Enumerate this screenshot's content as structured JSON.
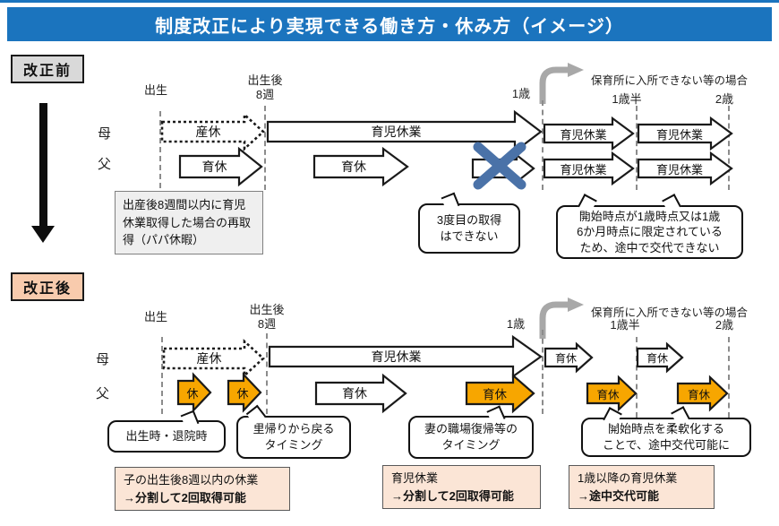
{
  "title": "制度改正により実現できる働き方・休み方（イメージ）",
  "daycare_note": "保育所に入所できない等の場合",
  "axis": {
    "birth": "出生",
    "w8": "出生後\n8週",
    "y1": "1歳",
    "y15": "1歳半",
    "y2": "2歳"
  },
  "rows": {
    "mother": "母",
    "father": "父"
  },
  "colors": {
    "title_bg": "#1b74be",
    "orange_arrow": "#f7a600",
    "peach": "#f8cbad",
    "peach_light": "#fbe5d6",
    "gray_label": "#d9d9d9",
    "blue_x": "#4a72a8",
    "curve_gray": "#a8a8a8"
  },
  "before": {
    "label": "改正前",
    "m1": "産休",
    "m2": "育児休業",
    "m3": "育児休業",
    "m4": "育児休業",
    "f1": "育休",
    "f2": "育休",
    "f4": "育児休業",
    "f5": "育児休業",
    "papa_note": "出産後8週間以内に育児休業取得した場合の再取得（パパ休暇）",
    "callout_third": "3度目の取得\nはできない",
    "callout_fixed": "開始時点が1歳時点又は1歳\n6か月時点に限定されている\nため、途中で交代できない"
  },
  "after": {
    "label": "改正後",
    "m1": "産休",
    "m2": "育児休業",
    "m3": "育休",
    "m4": "育休",
    "f1": "休",
    "f2": "休",
    "f3": "育休",
    "f4": "育休",
    "f5": "育休",
    "f6": "育休",
    "callout_birth": "出生時・退院時",
    "callout_return": "里帰りから戻る\nタイミング",
    "callout_wife": "妻の職場復帰等の\nタイミング",
    "callout_flex": "開始時点を柔軟化する\nことで、途中交代可能に",
    "boxes": [
      {
        "t": "子の出生後8週以内の休業",
        "b": "→分割して2回取得可能"
      },
      {
        "t": "育児休業",
        "b": "→分割して2回取得可能"
      },
      {
        "t": "1歳以降の育児休業",
        "b": "→途中交代可能"
      }
    ]
  }
}
